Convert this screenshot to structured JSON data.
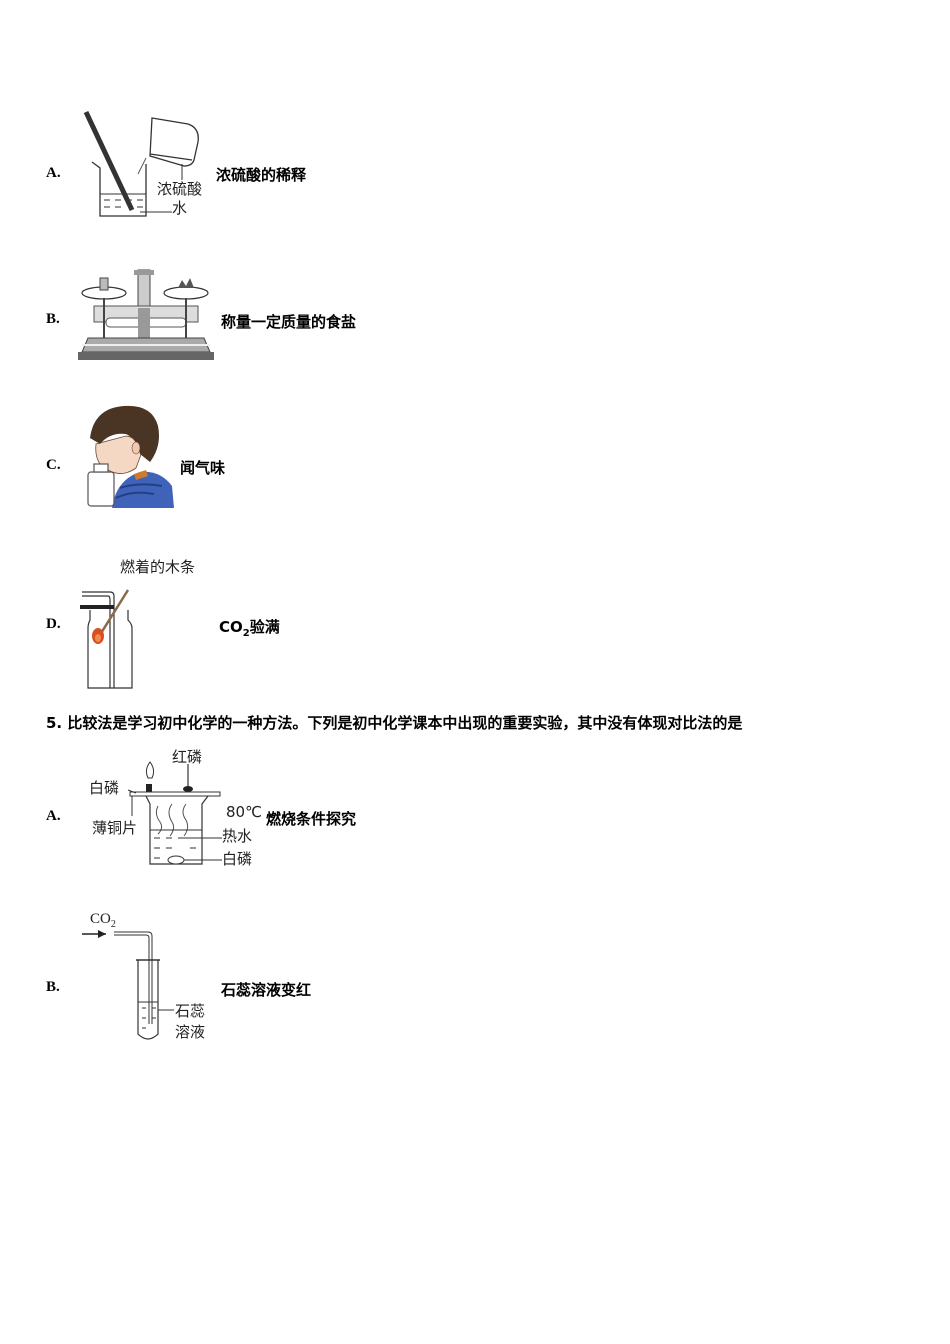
{
  "prev_question_options": [
    {
      "letter": "A.",
      "caption": "浓硫酸的稀释",
      "figure": {
        "labels": {
          "acid": "浓硫酸",
          "water": "水"
        },
        "icon": "beaker-pouring-acid-icon"
      }
    },
    {
      "letter": "B.",
      "caption": "称量一定质量的食盐",
      "figure": {
        "icon": "balance-scale-icon"
      }
    },
    {
      "letter": "C.",
      "caption": "闻气味",
      "figure": {
        "icon": "person-smelling-bottle-icon"
      }
    },
    {
      "letter": "D.",
      "caption_main": "CO",
      "caption_sub": "2",
      "caption_rest": "验满",
      "figure": {
        "labels": {
          "stick": "燃着的木条"
        },
        "icon": "gas-bottle-burning-stick-icon"
      }
    }
  ],
  "question5": {
    "number": "5.",
    "text": "比较法是学习初中化学的一种方法。下列是初中化学课本中出现的重要实验，其中没有体现对比法的是",
    "options": [
      {
        "letter": "A.",
        "caption": "燃烧条件探究",
        "figure": {
          "labels": {
            "red_p": "红磷",
            "white_p_top": "白磷",
            "copper": "薄铜片",
            "temp": "80℃",
            "hot_water": "热水",
            "white_p_bottom": "白磷"
          },
          "icon": "combustion-beaker-icon"
        }
      },
      {
        "letter": "B.",
        "caption": "石蕊溶液变红",
        "figure": {
          "labels": {
            "gas_main": "CO",
            "gas_sub": "2",
            "solution_1": "石蕊",
            "solution_2": "溶液"
          },
          "icon": "test-tube-co2-icon"
        }
      }
    ]
  }
}
